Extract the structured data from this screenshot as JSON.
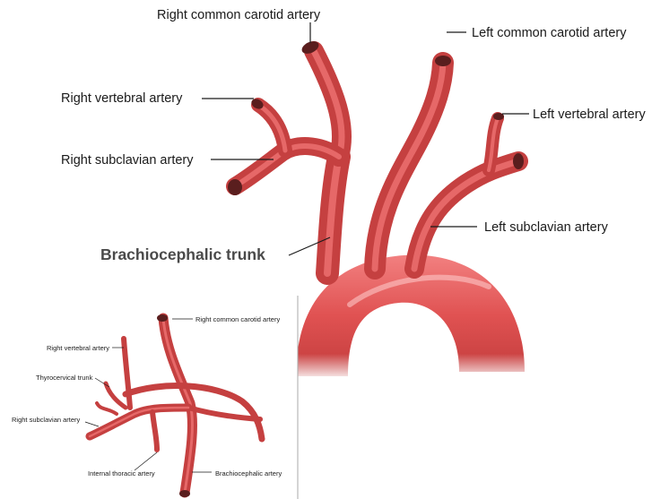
{
  "main_diagram": {
    "labels": {
      "right_common_carotid": "Right common carotid artery",
      "left_common_carotid": "Left common carotid artery",
      "right_vertebral": "Right vertebral artery",
      "left_vertebral": "Left vertebral artery",
      "right_subclavian": "Right subclavian artery",
      "left_subclavian": "Left subclavian artery",
      "brachiocephalic_trunk": "Brachiocephalic trunk"
    }
  },
  "inset_diagram": {
    "labels": {
      "right_common_carotid": "Right common carotid artery",
      "right_vertebral": "Right vertebral artery",
      "thyrocervical_trunk": "Thyrocervical trunk",
      "right_subclavian": "Right subclavian artery",
      "internal_thoracic": "Internal thoracic artery",
      "brachiocephalic": "Brachiocephalic artery"
    }
  },
  "colors": {
    "artery_light": "#ef6f6f",
    "artery_mid": "#d94848",
    "artery_dark": "#a82a2a",
    "lumen": "#5a1e1e"
  }
}
